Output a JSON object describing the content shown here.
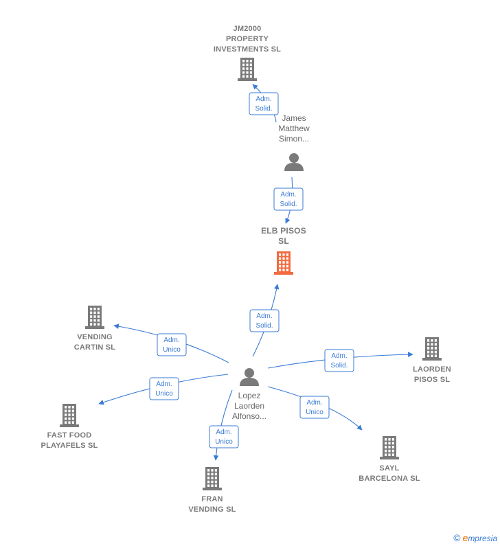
{
  "colors": {
    "company": "#7a7a7a",
    "focus_company": "#f26a3d",
    "person": "#7a7a7a",
    "edge": "#3a7bd5"
  },
  "nodes": [
    {
      "id": "jm2000",
      "kind": "company",
      "icon": "building-icon",
      "label_lines": [
        "JM2000",
        "PROPERTY",
        "INVESTMENTS SL"
      ]
    },
    {
      "id": "james",
      "kind": "person",
      "icon": "person-icon",
      "label_lines": [
        "James",
        "Matthew",
        "Simon..."
      ]
    },
    {
      "id": "elb",
      "kind": "focus",
      "icon": "building-icon",
      "label_lines": [
        "ELB PISOS",
        "SL"
      ]
    },
    {
      "id": "lopez",
      "kind": "person",
      "icon": "person-icon",
      "label_lines": [
        "Lopez",
        "Laorden",
        "Alfonso..."
      ]
    },
    {
      "id": "vending_cartin",
      "kind": "company",
      "icon": "building-icon",
      "label_lines": [
        "VENDING",
        "CARTIN SL"
      ]
    },
    {
      "id": "fast_food",
      "kind": "company",
      "icon": "building-icon",
      "label_lines": [
        "FAST FOOD",
        "PLAYAFELS  SL"
      ]
    },
    {
      "id": "fran_vending",
      "kind": "company",
      "icon": "building-icon",
      "label_lines": [
        "FRAN",
        "VENDING SL"
      ]
    },
    {
      "id": "sayl",
      "kind": "company",
      "icon": "building-icon",
      "label_lines": [
        "SAYL",
        "BARCELONA SL"
      ]
    },
    {
      "id": "laorden",
      "kind": "company",
      "icon": "building-icon",
      "label_lines": [
        "LAORDEN",
        "PISOS  SL"
      ]
    }
  ],
  "edges": [
    {
      "id": "james_jm2000",
      "from": "james",
      "to": "jm2000",
      "label_lines": [
        "Adm.",
        "Solid."
      ]
    },
    {
      "id": "james_elb",
      "from": "james",
      "to": "elb",
      "label_lines": [
        "Adm.",
        "Solid."
      ]
    },
    {
      "id": "lopez_elb",
      "from": "lopez",
      "to": "elb",
      "label_lines": [
        "Adm.",
        "Solid."
      ]
    },
    {
      "id": "lopez_vending_cartin",
      "from": "lopez",
      "to": "vending_cartin",
      "label_lines": [
        "Adm.",
        "Unico"
      ]
    },
    {
      "id": "lopez_fast_food",
      "from": "lopez",
      "to": "fast_food",
      "label_lines": [
        "Adm.",
        "Unico"
      ]
    },
    {
      "id": "lopez_fran_vending",
      "from": "lopez",
      "to": "fran_vending",
      "label_lines": [
        "Adm.",
        "Unico"
      ]
    },
    {
      "id": "lopez_sayl",
      "from": "lopez",
      "to": "sayl",
      "label_lines": [
        "Adm.",
        "Unico"
      ]
    },
    {
      "id": "lopez_laorden",
      "from": "lopez",
      "to": "laorden",
      "label_lines": [
        "Adm.",
        "Solid."
      ]
    }
  ],
  "footer": {
    "copyright_symbol": "©",
    "brand_initial": "e",
    "brand_rest": "mpresia"
  }
}
